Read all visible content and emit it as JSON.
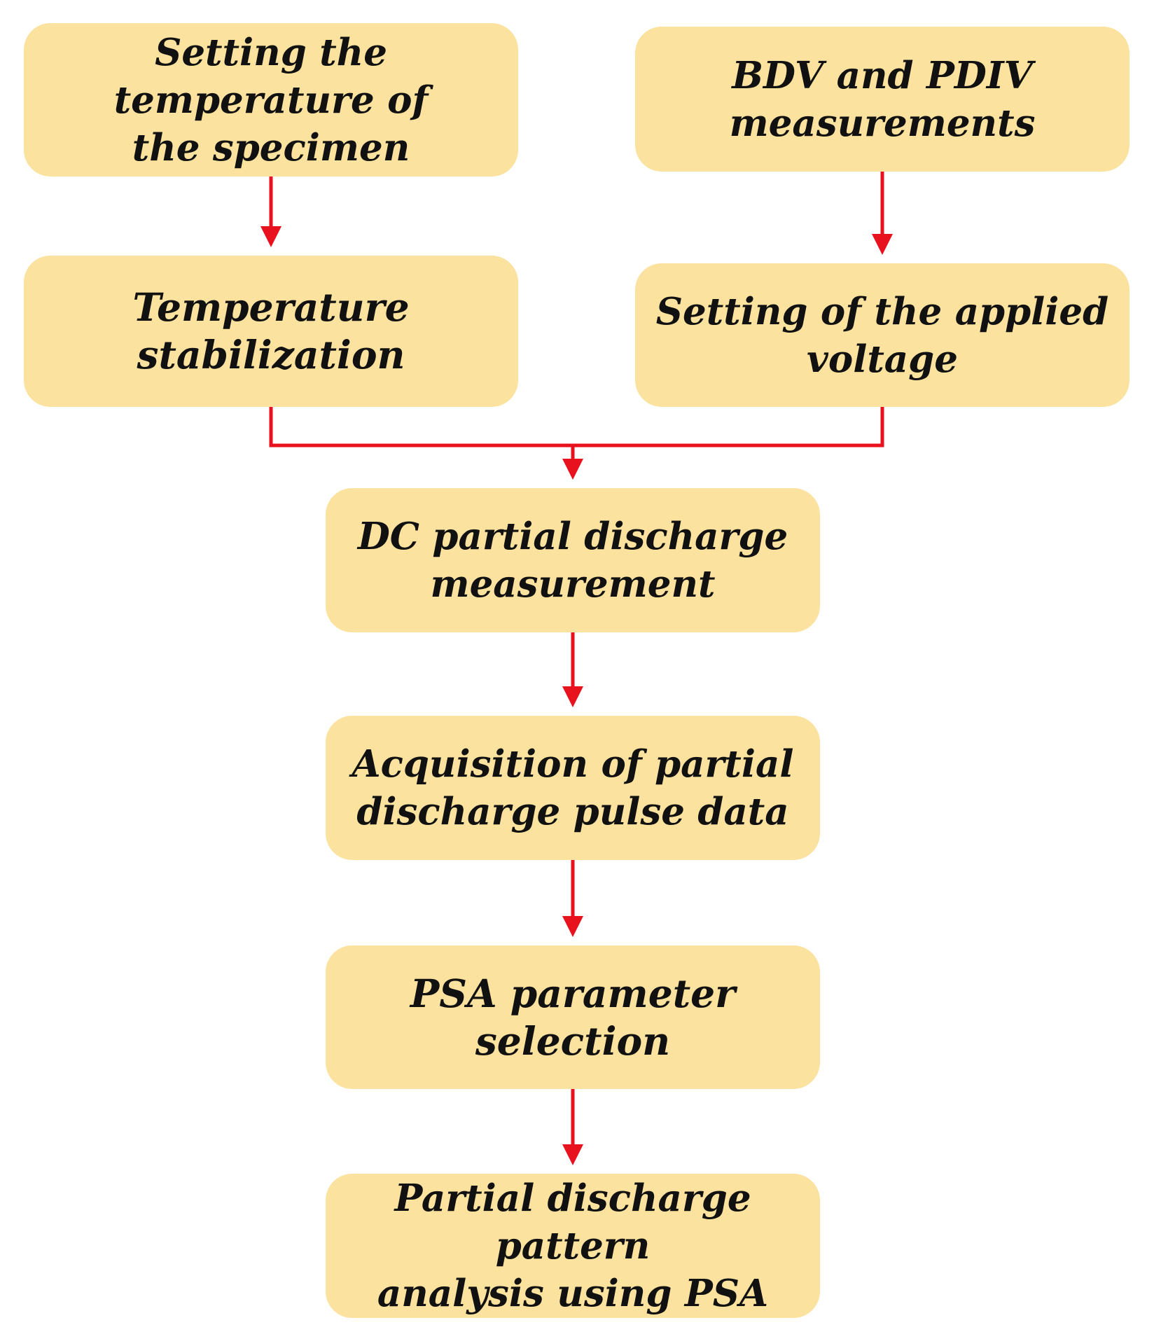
{
  "colors": {
    "box_fill": "#fbe29e",
    "arrow": "#e8121e",
    "text": "#111111"
  },
  "steps": [
    {
      "id": "set-temperature",
      "lines": [
        "Setting the temperature of",
        "the specimen"
      ]
    },
    {
      "id": "bdv-pdiv",
      "lines": [
        "BDV and PDIV",
        "measurements"
      ]
    },
    {
      "id": "temperature-stabilization",
      "lines": [
        "Temperature stabilization"
      ]
    },
    {
      "id": "set-voltage",
      "lines": [
        "Setting of the applied",
        "voltage"
      ]
    },
    {
      "id": "dc-pd-measurement",
      "lines": [
        "DC partial discharge",
        "measurement"
      ]
    },
    {
      "id": "pd-pulse-acquisition",
      "lines": [
        "Acquisition of partial",
        "discharge pulse data"
      ]
    },
    {
      "id": "psa-parameter-selection",
      "lines": [
        "PSA parameter selection"
      ]
    },
    {
      "id": "pd-pattern-analysis",
      "lines": [
        "Partial discharge pattern",
        "analysis using PSA"
      ]
    }
  ],
  "connections": [
    {
      "from": "set-temperature",
      "to": "temperature-stabilization"
    },
    {
      "from": "bdv-pdiv",
      "to": "set-voltage"
    },
    {
      "from": "temperature-stabilization",
      "to": "dc-pd-measurement"
    },
    {
      "from": "set-voltage",
      "to": "dc-pd-measurement"
    },
    {
      "from": "dc-pd-measurement",
      "to": "pd-pulse-acquisition"
    },
    {
      "from": "pd-pulse-acquisition",
      "to": "psa-parameter-selection"
    },
    {
      "from": "psa-parameter-selection",
      "to": "pd-pattern-analysis"
    }
  ]
}
